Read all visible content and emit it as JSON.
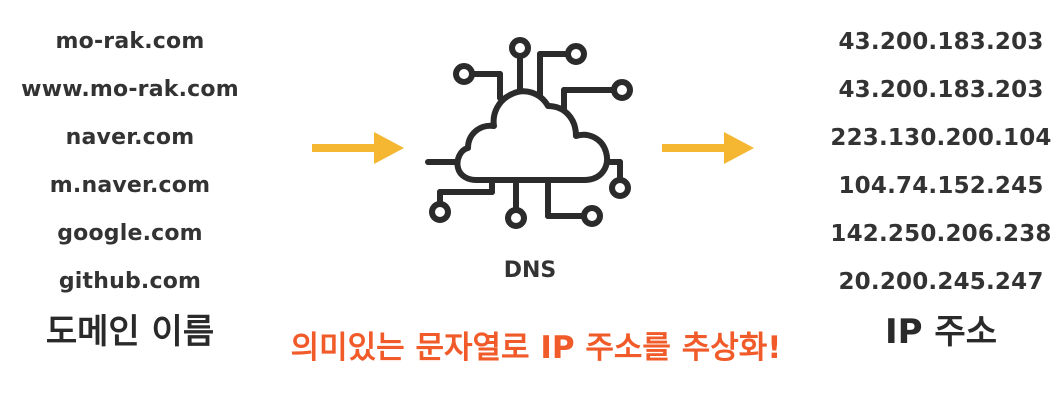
{
  "domains": [
    "mo-rak.com",
    "www.mo-rak.com",
    "naver.com",
    "m.naver.com",
    "google.com",
    "github.com"
  ],
  "ips": [
    "43.200.183.203",
    "43.200.183.203",
    "223.130.200.104",
    "104.74.152.245",
    "142.250.206.238",
    "20.200.245.247"
  ],
  "labels": {
    "domain_heading": "도메인 이름",
    "ip_heading": "IP 주소",
    "dns": "DNS",
    "tagline": "의미있는 문자열로 IP 주소를 추상화!"
  },
  "icons": {
    "arrow": "arrow-right-icon",
    "dns": "cloud-network-icon"
  },
  "colors": {
    "arrow": "#f5b731",
    "tagline": "#f15a29",
    "text": "#333333",
    "icon_stroke": "#2b2b2b"
  }
}
